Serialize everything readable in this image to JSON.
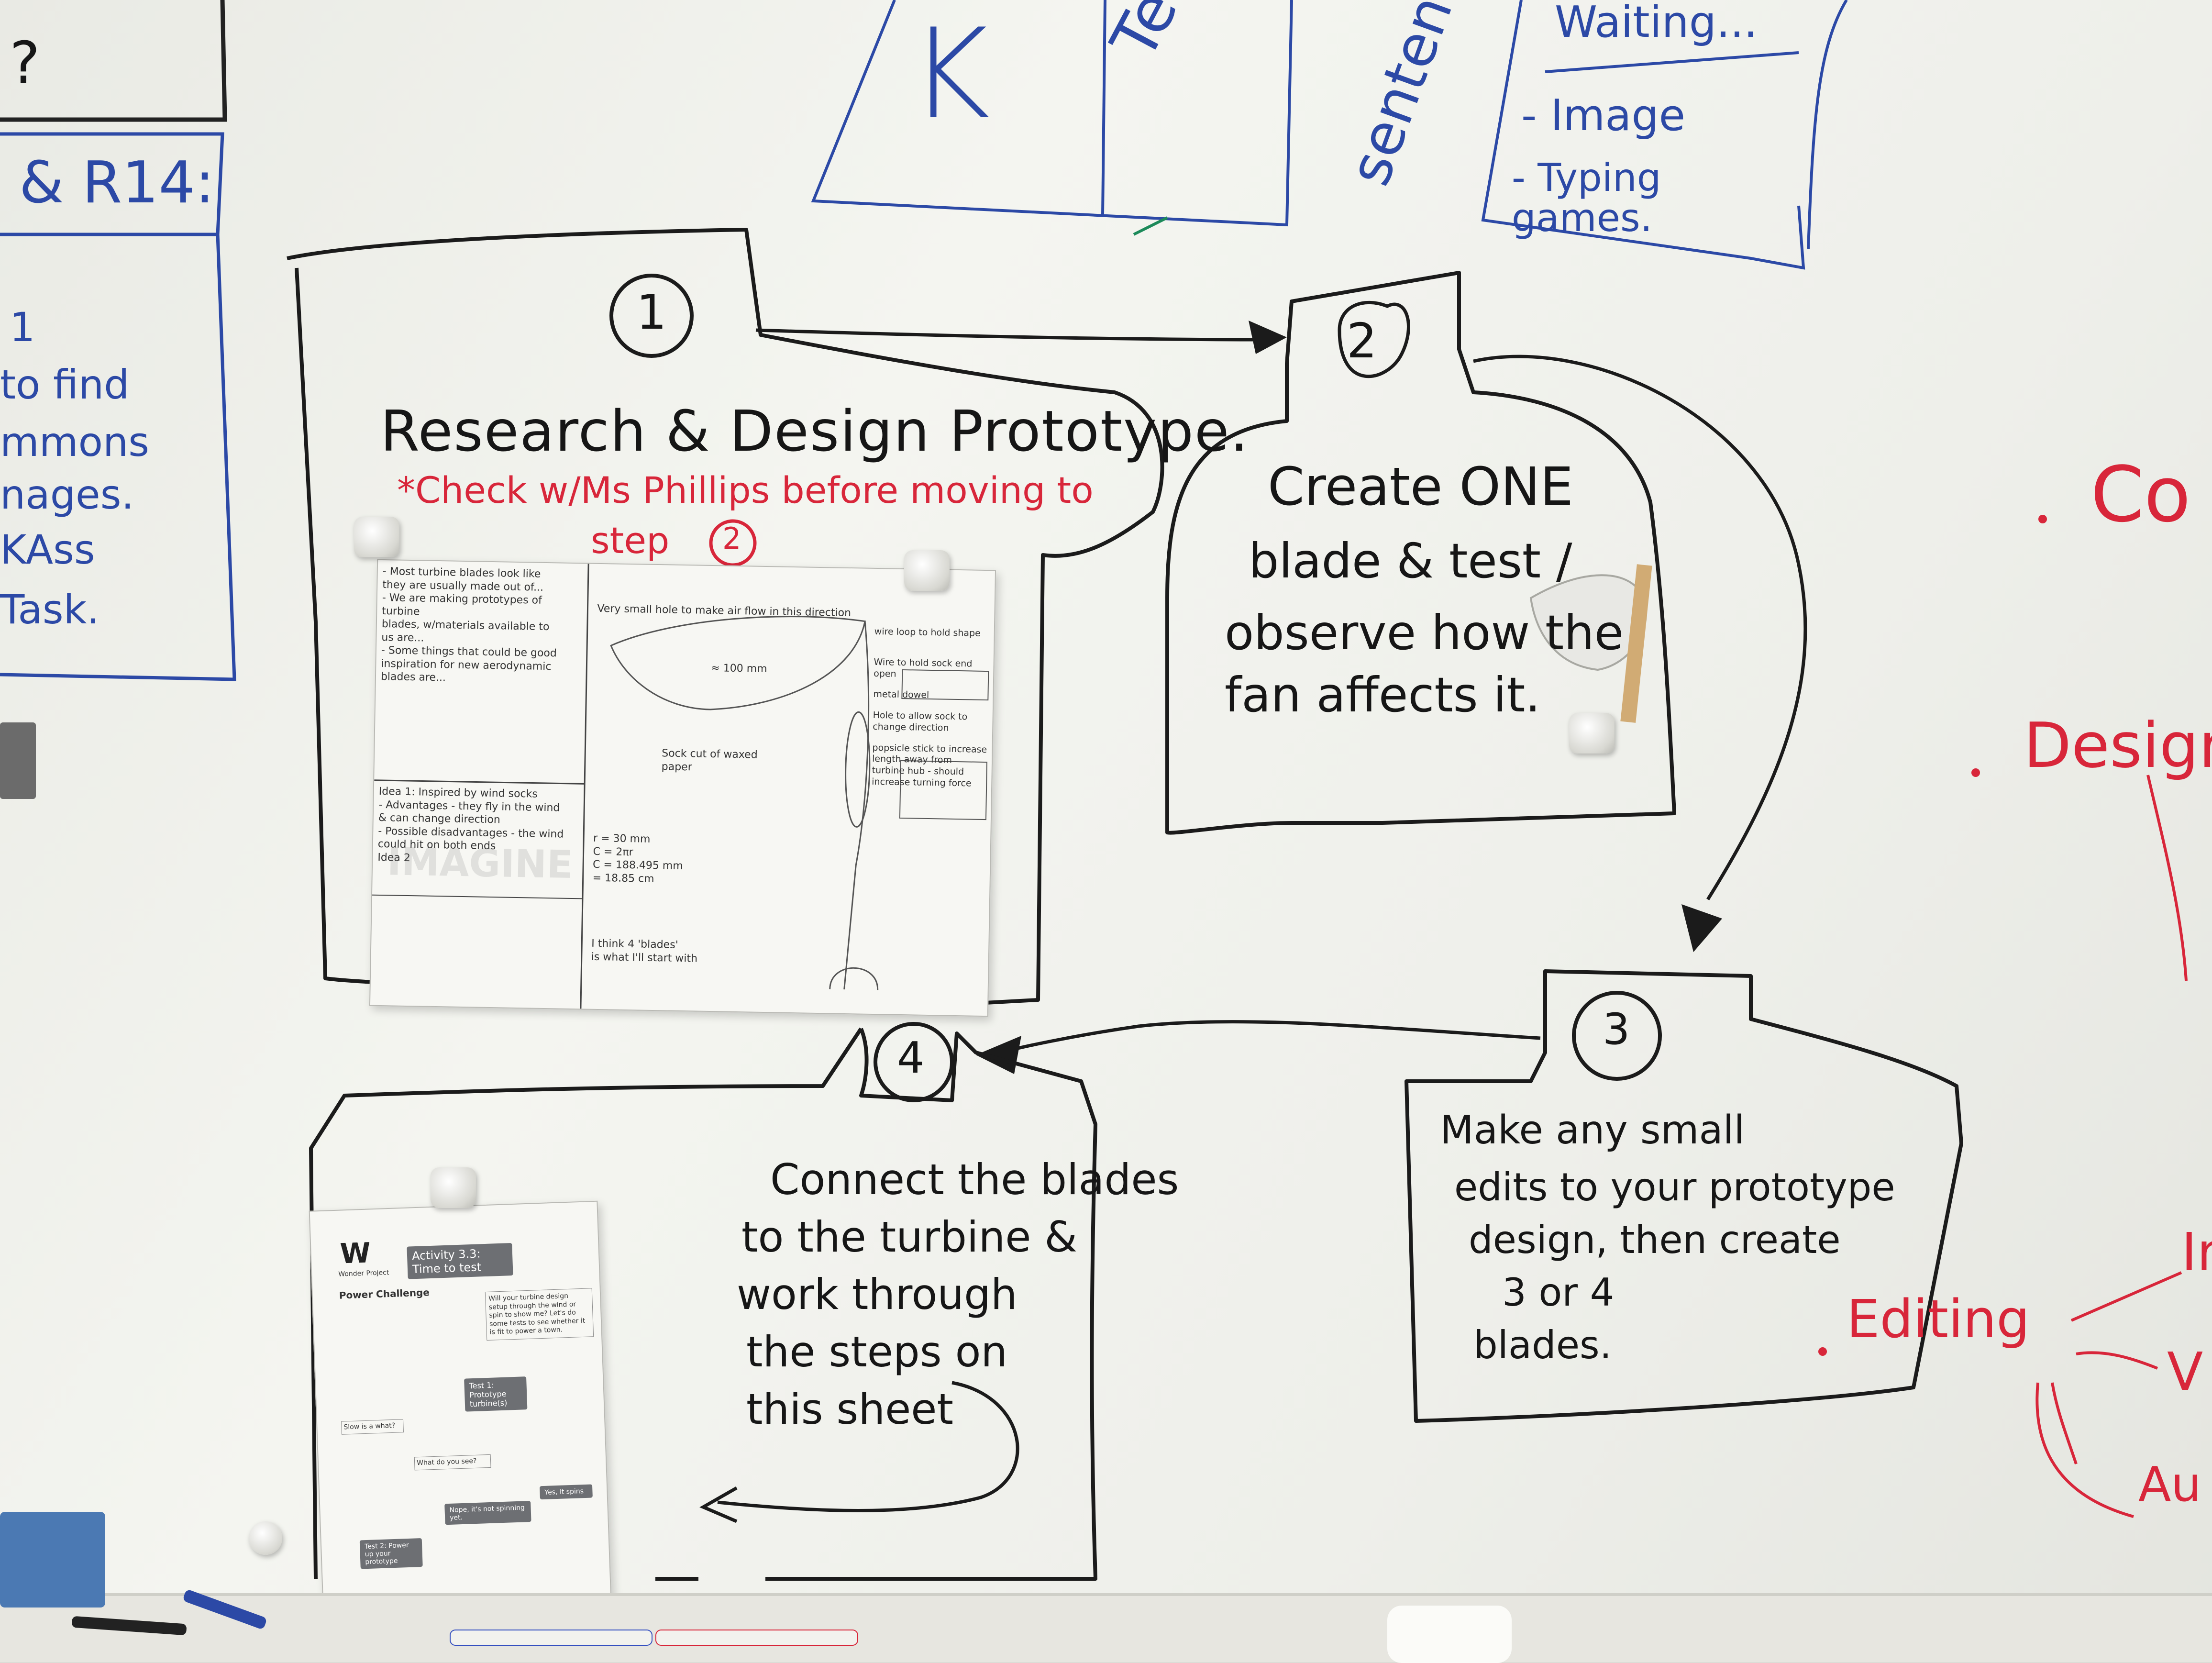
{
  "top_boards": {
    "corner_question": "?",
    "letter_k": "K",
    "teach": "Teach",
    "sentences": "sentences",
    "waiting": "Waiting...",
    "image": "- Image",
    "typing_games": "- Typing games."
  },
  "left_panel": {
    "header": "& R14:",
    "lines": [
      "1",
      "to find",
      "mmons",
      "nages.",
      "KAss",
      "Task."
    ]
  },
  "step1": {
    "number": "1",
    "title": "Research & Design Prototype.",
    "note_line1": "*Check w/Ms Phillips before moving to",
    "note_step": "step",
    "note_step_num": "2"
  },
  "step2": {
    "number": "2",
    "text_lines": [
      "Create ONE",
      "blade & test /",
      "observe how the",
      "fan affects it."
    ]
  },
  "step3": {
    "number": "3",
    "text_lines": [
      "Make any small",
      "edits to your prototype",
      "design, then create",
      "3 or 4",
      "blades."
    ]
  },
  "step4": {
    "number": "4",
    "text_lines": [
      "Connect the blades",
      "to the turbine &",
      "work through",
      "the steps on",
      "this sheet"
    ]
  },
  "right_red": {
    "item1": "Co",
    "item2": "Design",
    "item3": "Editing",
    "sub1": "In",
    "sub2": "V",
    "sub3": "Au"
  },
  "sketch_sheet": {
    "notes_top": [
      "- Most turbine blades look like",
      "  they are usually made out of...",
      "- We are making prototypes of turbine",
      "  blades, w/materials available to",
      "  us are...",
      "- Some things that could be good",
      "  inspiration for new aerodynamic",
      "  blades are..."
    ],
    "idea1": [
      "Idea 1: Inspired by wind socks",
      "- Advantages - they fly in the wind",
      "  & can change direction",
      "- Possible disadvantages - the wind",
      "  could hit on both ends"
    ],
    "idea2": "Idea 2",
    "label_hole": "Very small hole to make air flow in this direction",
    "label_length": "≈ 100 mm",
    "label_sock": "Sock cut of waxed paper",
    "calc": [
      "r = 30 mm",
      "C = 2πr",
      "C = 188.495 mm",
      "  = 18.85 cm"
    ],
    "think": [
      "I think 4 'blades'",
      "is what I'll start with"
    ],
    "right_notes": [
      "wire loop to hold shape",
      "Wire to hold sock end open",
      "metal dowel",
      "Hole to allow sock to change direction",
      "popsicle stick to increase length away from turbine hub - should increase turning force"
    ],
    "watermark": "IMAGINE"
  },
  "activity_sheet": {
    "brand": "Wonder Project",
    "challenge": "Power Challenge",
    "activity_title": "Activity 3.3: Time to test",
    "box1": "Will your turbine design setup through the wind or spin to show me? Let's do some tests to see whether it is fit to power a town.",
    "test1": "Test 1: Prototype turbine(s)",
    "q1": "Slow is a what?",
    "q2": "What do you see?",
    "q3": "Nope, it's not spinning yet.",
    "q4": "Yes, it spins",
    "test2": "Test 2: Power up your prototype"
  }
}
